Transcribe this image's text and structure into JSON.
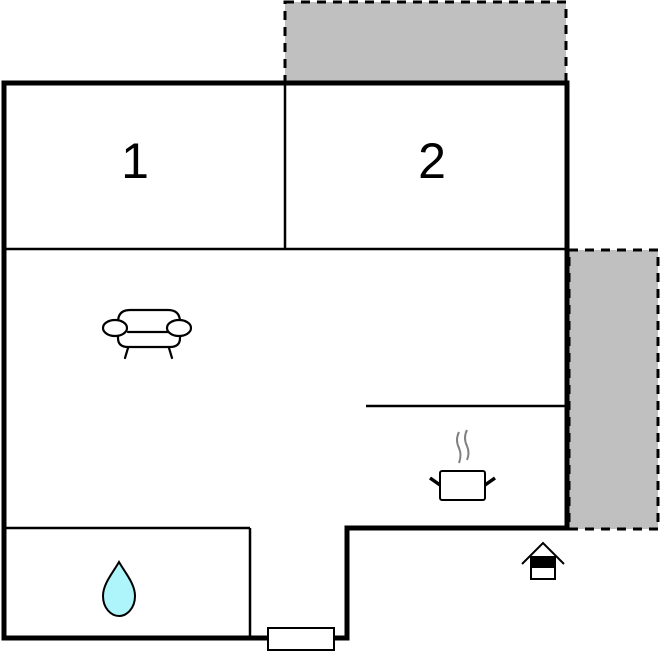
{
  "diagram": {
    "type": "floor-plan",
    "colors": {
      "wall": "#000000",
      "terrace": "#c0c0c0",
      "water": "#aef4fb",
      "steam": "#808080",
      "background": "#ffffff"
    },
    "rooms": [
      {
        "id": "bedroom-1",
        "label": "1"
      },
      {
        "id": "bedroom-2",
        "label": "2"
      },
      {
        "id": "living-room",
        "icon": "sofa-icon"
      },
      {
        "id": "kitchen",
        "icon": "cooking-pot-icon"
      },
      {
        "id": "bathroom",
        "icon": "water-drop-icon"
      }
    ],
    "outdoor_areas": [
      {
        "id": "terrace-top",
        "style": "dashed-gray"
      },
      {
        "id": "terrace-right",
        "style": "dashed-gray"
      }
    ],
    "markers": [
      {
        "id": "entrance",
        "icon": "entrance-house-icon"
      },
      {
        "id": "door",
        "icon": "door-step"
      }
    ]
  }
}
